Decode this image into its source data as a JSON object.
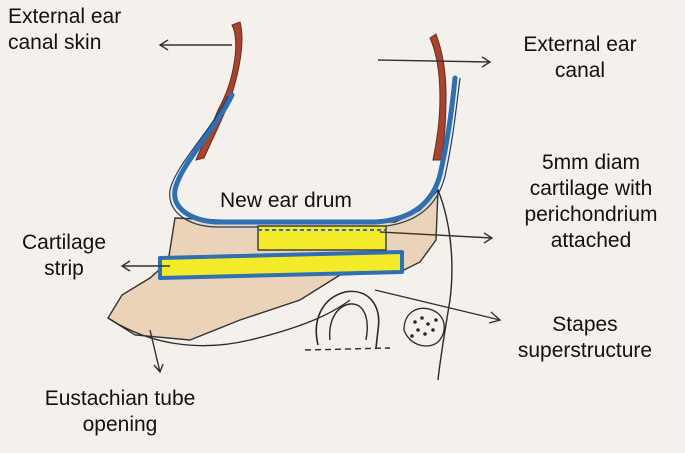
{
  "labels": {
    "external_ear_canal_skin": [
      "External ear",
      "canal skin"
    ],
    "external_ear_canal": [
      "External ear",
      "canal"
    ],
    "new_ear_drum": "New ear drum",
    "cartilage_graft": [
      "5mm diam",
      "cartilage with",
      "perichondrium",
      "attached"
    ],
    "cartilage_strip": [
      "Cartilage",
      "strip"
    ],
    "stapes_superstructure": [
      "Stapes",
      "superstructure"
    ],
    "eustachian_tube_opening": [
      "Eustachian tube",
      "opening"
    ]
  },
  "colors": {
    "paper": "#f4f1ec",
    "skin": "#a5452f",
    "ear_drum": "#2f6fb3",
    "cartilage": "#f3ea2a",
    "tissue": "#ead2b6",
    "ink": "#222222"
  }
}
